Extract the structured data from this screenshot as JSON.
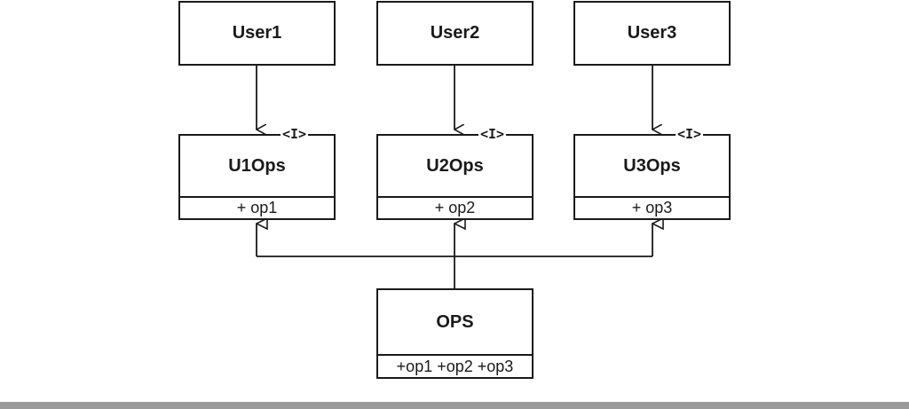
{
  "diagram": {
    "users": [
      {
        "name": "User1"
      },
      {
        "name": "User2"
      },
      {
        "name": "User3"
      }
    ],
    "interfaces": [
      {
        "name": "U1Ops",
        "stereotype": "<I>",
        "operation": "+ op1"
      },
      {
        "name": "U2Ops",
        "stereotype": "<I>",
        "operation": "+ op2"
      },
      {
        "name": "U3Ops",
        "stereotype": "<I>",
        "operation": "+ op3"
      }
    ],
    "implementation": {
      "name": "OPS",
      "operations": "+op1 +op2 +op3"
    }
  },
  "colors": {
    "line": "#1a1a1a",
    "background": "#ffffff",
    "bottom_bar": "#9a9a9a"
  }
}
